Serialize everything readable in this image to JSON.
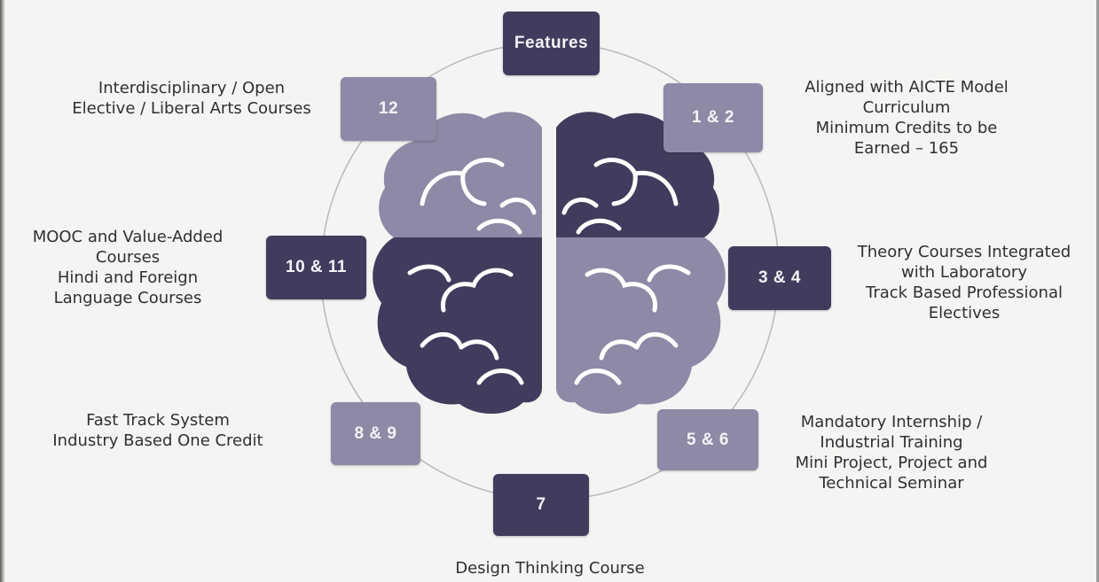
{
  "diagram": {
    "center_box": "Features",
    "items": [
      {
        "id": "1-2",
        "number": "1 & 2",
        "lines": [
          "Aligned with AICTE Model",
          "Curriculum",
          "Minimum Credits to be",
          "Earned – 165"
        ]
      },
      {
        "id": "3-4",
        "number": "3 & 4",
        "lines": [
          "Theory Courses Integrated",
          "with Laboratory",
          "Track Based Professional",
          "Electives"
        ]
      },
      {
        "id": "5-6",
        "number": "5 & 6",
        "lines": [
          "Mandatory Internship /",
          "Industrial Training",
          "Mini Project, Project and",
          "Technical Seminar"
        ]
      },
      {
        "id": "7",
        "number": "7",
        "lines": [
          "Design Thinking Course"
        ]
      },
      {
        "id": "8-9",
        "number": "8 & 9",
        "lines": [
          "Fast Track System",
          "Industry Based One Credit"
        ]
      },
      {
        "id": "10-11",
        "number": "10 & 11",
        "lines": [
          "MOOC and Value-Added",
          "Courses",
          "Hindi and Foreign",
          "Language Courses"
        ]
      },
      {
        "id": "12",
        "number": "12",
        "lines": [
          "Interdisciplinary / Open",
          "Elective / Liberal Arts Courses"
        ]
      }
    ]
  },
  "colors": {
    "dark": "#403c5e",
    "light": "#8d89a6",
    "background": "#f4f4f2",
    "text": "#2f2f35"
  }
}
